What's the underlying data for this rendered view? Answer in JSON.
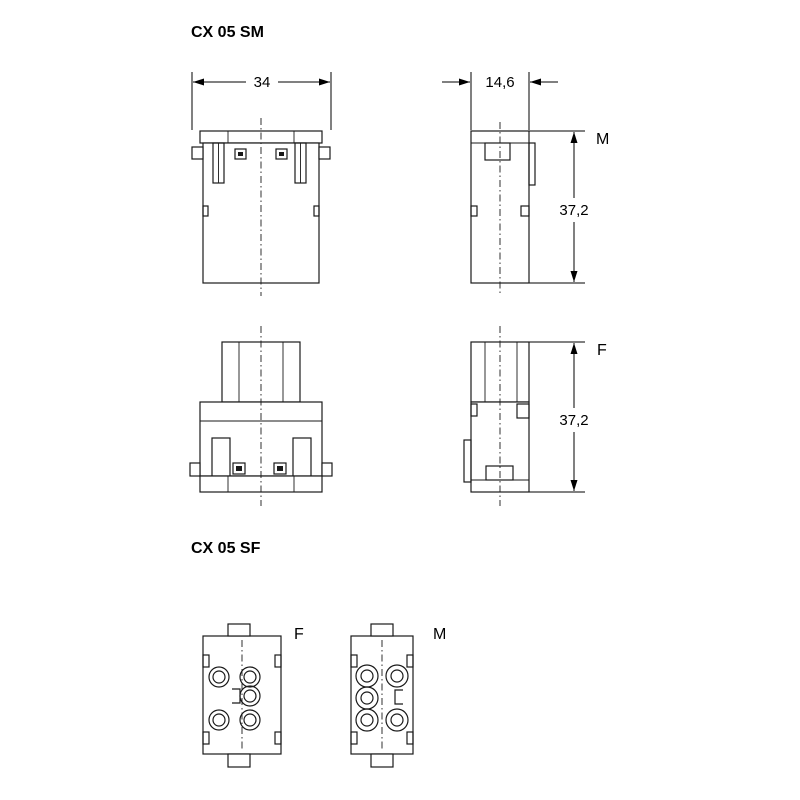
{
  "titles": {
    "sm": "CX 05 SM",
    "sf": "CX 05 SF"
  },
  "dimensions": {
    "width": "34",
    "depth": "14,6",
    "height_m": "37,2",
    "height_f": "37,2"
  },
  "letters": {
    "male_side": "M",
    "female_side": "F",
    "face_f": "F",
    "face_m": "M"
  }
}
